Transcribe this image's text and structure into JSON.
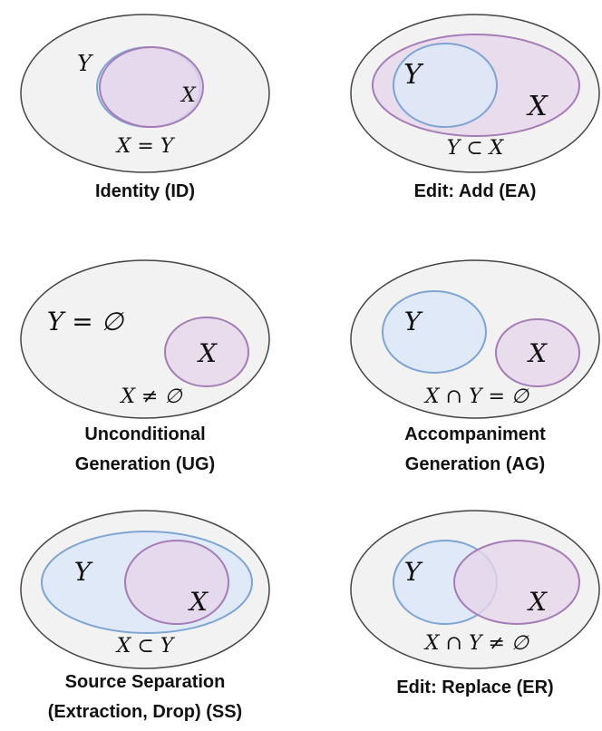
{
  "colors": {
    "universe_fill": "#f2f2f2",
    "universe_stroke": "#444444",
    "y_fill": "#dde8f8",
    "y_stroke": "#7ea4d4",
    "x_fill": "#e6d6ea",
    "x_stroke": "#a57cb6"
  },
  "panels": [
    {
      "id": "identity",
      "caption": [
        "Identity (ID)"
      ],
      "y_label": "Y",
      "x_label": "X",
      "relation": "X = Y"
    },
    {
      "id": "edit-add",
      "caption": [
        "Edit: Add (EA)"
      ],
      "y_label": "Y",
      "x_label": "X",
      "relation": "Y ⊂ X"
    },
    {
      "id": "unconditional-generation",
      "caption": [
        "Unconditional",
        "Generation (UG)"
      ],
      "y_label": "Y = ∅",
      "x_label": "X",
      "relation": "X ≠ ∅"
    },
    {
      "id": "accompaniment-generation",
      "caption": [
        "Accompaniment",
        "Generation (AG)"
      ],
      "y_label": "Y",
      "x_label": "X",
      "relation": "X ∩ Y = ∅"
    },
    {
      "id": "source-separation",
      "caption": [
        "Source Separation",
        "(Extraction, Drop) (SS)"
      ],
      "y_label": "Y",
      "x_label": "X",
      "relation": "X ⊂ Y"
    },
    {
      "id": "edit-replace",
      "caption": [
        "Edit: Replace (ER)"
      ],
      "y_label": "Y",
      "x_label": "X",
      "relation": "X ∩ Y ≠ ∅"
    }
  ]
}
